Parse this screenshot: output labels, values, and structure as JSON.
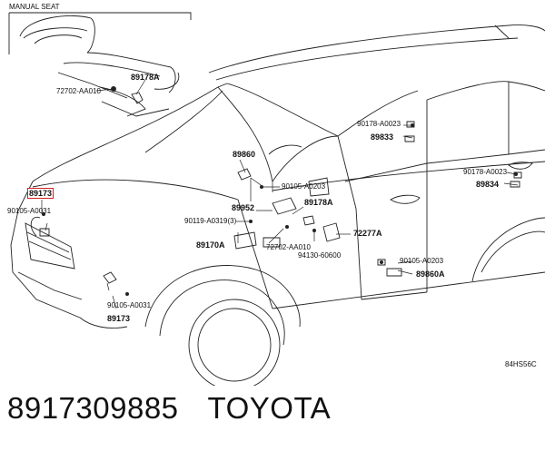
{
  "inset": {
    "title": "MANUAL SEAT"
  },
  "labels": {
    "l_72702_AA010_a": "72702-AA010",
    "l_89178A_a": "89178A",
    "l_89860": "89860",
    "l_90105_A0203_a": "90105-A0203",
    "l_89178A_b": "89178A",
    "l_89952": "89952",
    "l_90119_A0319": "90119-A0319(3)",
    "l_89170A": "89170A",
    "l_72702_AA010_b": "72702-AA010",
    "l_94130_60600": "94130-60600",
    "l_72277A": "72277A",
    "l_90178_A0023_a": "90178-A0023",
    "l_89833": "89833",
    "l_90178_A0023_b": "90178-A0023",
    "l_89834": "89834",
    "l_90105_A0203_b": "90105-A0203",
    "l_89860A": "89860A",
    "l_89173_top": "89173",
    "l_90105_A0031_a": "90105-A0031",
    "l_90105_A0031_b": "90105-A0031",
    "l_89173_bottom": "89173",
    "l_ref": "84HS56C"
  },
  "caption": {
    "part_number": "8917309885",
    "brand": "TOYOTA"
  },
  "colors": {
    "highlight": "#d42020"
  }
}
